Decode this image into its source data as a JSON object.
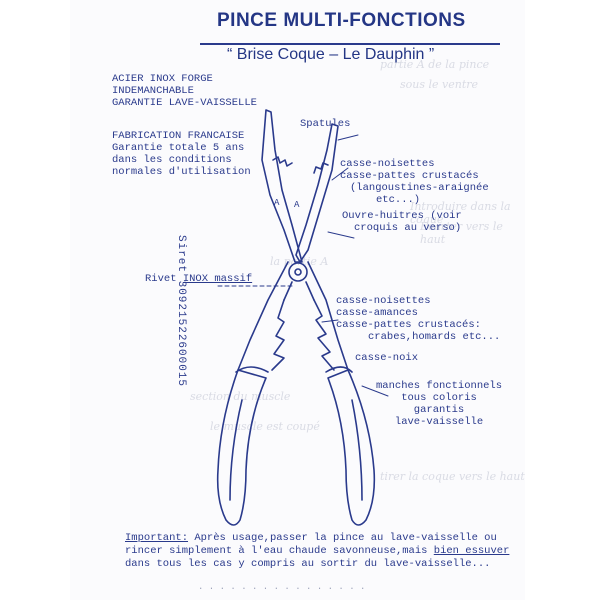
{
  "header": {
    "title": "PINCE MULTI-FONCTIONS",
    "subtitle": "“ Brise Coque – Le Dauphin ”"
  },
  "specs": [
    "ACIER INOX FORGE",
    "INDEMANCHABLE",
    "GARANTIE LAVE-VAISSELLE"
  ],
  "fabrication": {
    "title": "FABRICATION FRANCAISE",
    "lines": [
      "Garantie totale 5 ans",
      "dans les conditions",
      "normales d'utilisation"
    ]
  },
  "siret": "Siret 30921522600015",
  "labels": {
    "spatules": "Spatules",
    "casse_noisettes_top": "casse-noisettes",
    "casse_pattes_top": "casse-pattes crustacés",
    "langoustines": "(langoustines-araignée",
    "etc": "etc...)",
    "ouvre_huitres": "Ouvre-huitres (voir",
    "croquis": "croquis au verso)",
    "rivet_prefix": "Rivet ",
    "rivet_inox": "INOX massif",
    "casse_noisettes_mid": "casse-noisettes",
    "casse_amandes": "casse-amances",
    "casse_pattes_mid": "casse-pattes crustacés:",
    "crabes": "crabes,homards etc...",
    "casse_noix": "casse-noix",
    "manches_1": "manches fonctionnels",
    "manches_2": "tous coloris",
    "manches_3": "garantis",
    "manches_4": "lave-vaisselle",
    "mark_a": "A"
  },
  "important": {
    "label": "Important:",
    "line1": "Après usage,passer la pince au lave-vaisselle ou",
    "line2_pre": "rincer simplement à l'eau chaude savonneuse,mais ",
    "line2_u": "bien essuver",
    "line3": "dans tous les cas y compris au sortir du lave-vaisselle..."
  },
  "colors": {
    "ink": "#2a3a8c",
    "paper": "#fbfbfd",
    "ghost": "#d9dbe4"
  }
}
